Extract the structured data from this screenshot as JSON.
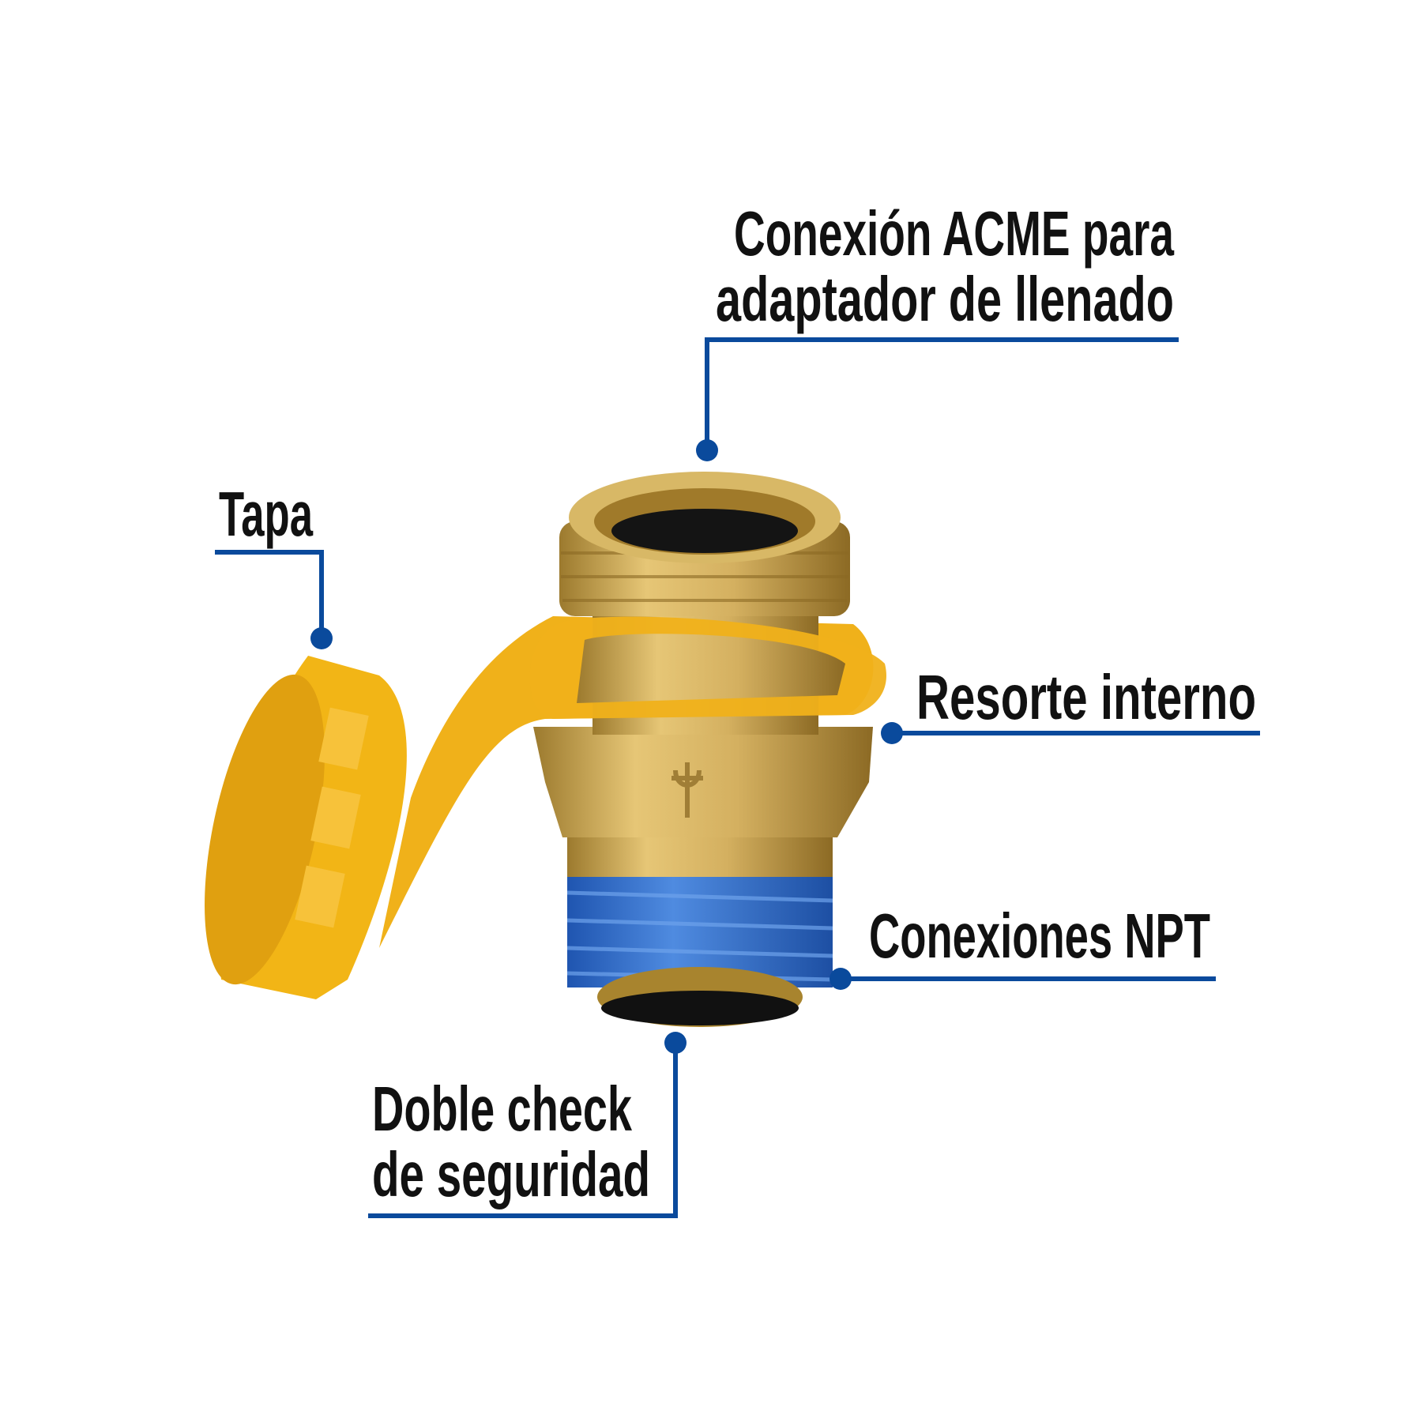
{
  "colors": {
    "accent": "#0a4a9c",
    "text": "#111111",
    "brass": "#c9a24a",
    "cap_yellow": "#f2b516",
    "thread_blue": "#2f6fd0"
  },
  "labels": {
    "acme": {
      "line1": "Conexión ACME para",
      "line2": "adaptador de llenado"
    },
    "tapa": "Tapa",
    "resorte": "Resorte interno",
    "npt": "Conexiones NPT",
    "check": {
      "line1": "Doble check",
      "line2": "de seguridad"
    }
  }
}
